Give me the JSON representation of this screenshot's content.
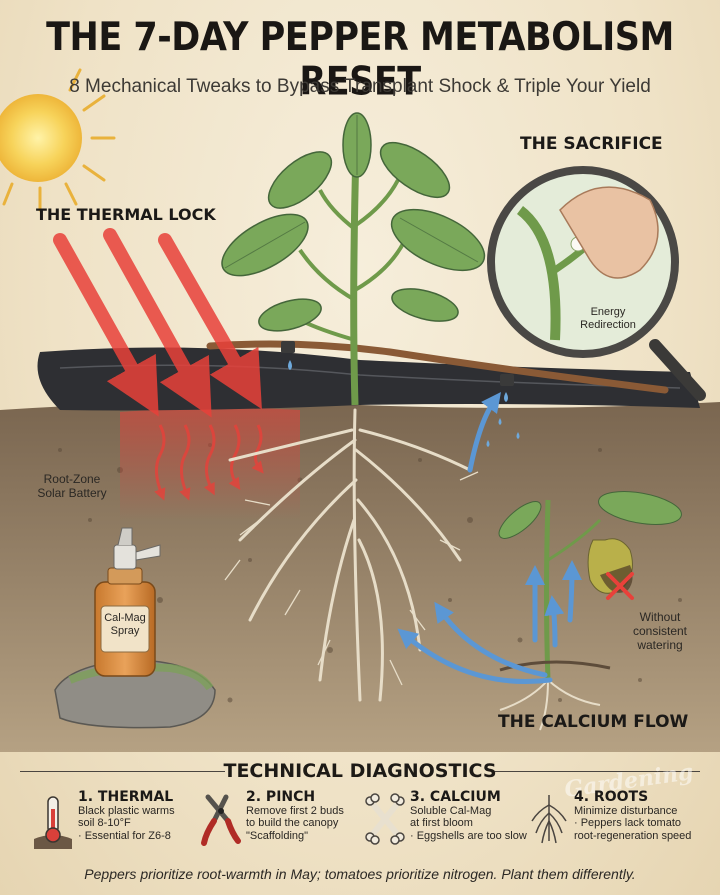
{
  "title": "THE 7-DAY PEPPER METABOLISM RESET",
  "subtitle": "8 Mechanical Tweaks to Bypass Transplant Shock & Triple Your Yield",
  "labels": {
    "thermal_lock": "THE THERMAL LOCK",
    "sacrifice": "THE SACRIFICE",
    "energy_redirection_1": "Energy",
    "energy_redirection_2": "Redirection",
    "root_zone_1": "Root-Zone",
    "root_zone_2": "Solar Battery",
    "calmag_1": "Cal-Mag",
    "calmag_2": "Spray",
    "without_1": "Without",
    "without_2": "consistent",
    "without_3": "watering",
    "calcium_flow": "THE CALCIUM FLOW"
  },
  "diagnostics": {
    "heading": "TECHNICAL DIAGNOSTICS",
    "items": [
      {
        "icon": "thermometer-icon",
        "title": "1. THERMAL",
        "lines": [
          "Black plastic warms",
          "soil 8-10°F",
          "· Essential for Z6-8"
        ]
      },
      {
        "icon": "pruning-shears-icon",
        "title": "2. PINCH",
        "lines": [
          "Remove first 2 buds",
          "to build the canopy",
          "\"Scaffolding\""
        ]
      },
      {
        "icon": "bones-icon",
        "title": "3. CALCIUM",
        "lines": [
          "Soluble Cal-Mag",
          "at first bloom",
          "· Eggshells are too slow"
        ]
      },
      {
        "icon": "roots-icon",
        "title": "4. ROOTS",
        "lines": [
          "Minimize disturbance",
          "· Peppers lack tomato",
          "root-regeneration speed"
        ]
      }
    ]
  },
  "footer": "Peppers prioritize root-warmth in May; tomatoes prioritize nitrogen. Plant them differently.",
  "watermark": "Gardening",
  "colors": {
    "heat": "#e8413a",
    "calcium_arrow": "#5b97d4",
    "soil": "#7a6650",
    "leaf": "#7aa85a",
    "mulch": "#2e2f33"
  }
}
